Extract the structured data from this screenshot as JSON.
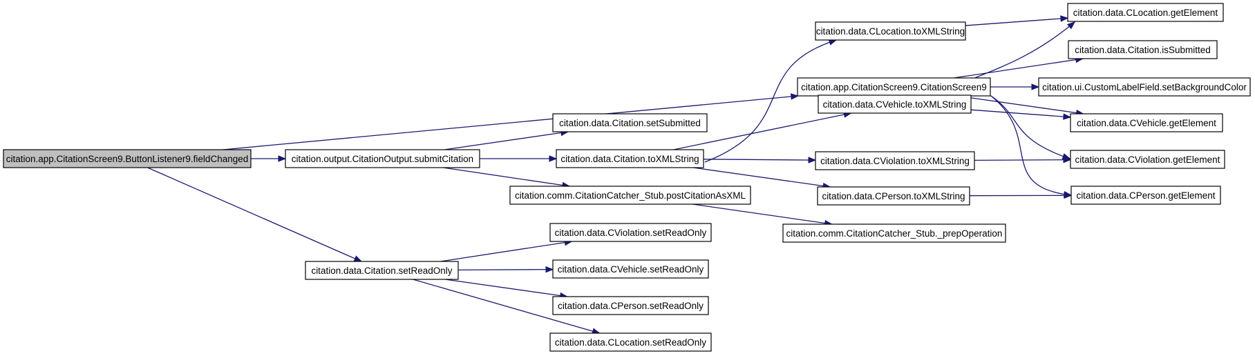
{
  "graph": {
    "colors": {
      "edge": "#191970",
      "root_fill": "#bfbfbf",
      "node_fill": "#ffffff"
    },
    "nodes": [
      {
        "id": "n0",
        "label": "citation.app.CitationScreen9.ButtonListener9.fieldChanged",
        "root": true
      },
      {
        "id": "n1",
        "label": "citation.output.CitationOutput.submitCitation"
      },
      {
        "id": "n2",
        "label": "citation.data.Citation.setReadOnly"
      },
      {
        "id": "n3",
        "label": "citation.app.CitationScreen9.CitationScreen9"
      },
      {
        "id": "n4",
        "label": "citation.data.Citation.setSubmitted"
      },
      {
        "id": "n5",
        "label": "citation.data.Citation.toXMLString"
      },
      {
        "id": "n6",
        "label": "citation.comm.CitationCatcher_Stub.postCitationAsXML"
      },
      {
        "id": "n7",
        "label": "citation.data.CViolation.setReadOnly"
      },
      {
        "id": "n8",
        "label": "citation.data.CVehicle.setReadOnly"
      },
      {
        "id": "n9",
        "label": "citation.data.CPerson.setReadOnly"
      },
      {
        "id": "n10",
        "label": "citation.data.CLocation.setReadOnly"
      },
      {
        "id": "n11",
        "label": "citation.data.CLocation.toXMLString"
      },
      {
        "id": "n12",
        "label": "citation.data.CVehicle.toXMLString"
      },
      {
        "id": "n13",
        "label": "citation.data.CViolation.toXMLString"
      },
      {
        "id": "n14",
        "label": "citation.data.CPerson.toXMLString"
      },
      {
        "id": "n15",
        "label": "citation.comm.CitationCatcher_Stub._prepOperation"
      },
      {
        "id": "n16",
        "label": "citation.data.CLocation.getElement"
      },
      {
        "id": "n17",
        "label": "citation.data.Citation.isSubmitted"
      },
      {
        "id": "n18",
        "label": "citation.ui.CustomLabelField.setBackgroundColor"
      },
      {
        "id": "n19",
        "label": "citation.data.CVehicle.getElement"
      },
      {
        "id": "n20",
        "label": "citation.data.CViolation.getElement"
      },
      {
        "id": "n21",
        "label": "citation.data.CPerson.getElement"
      }
    ],
    "edges": [
      {
        "from": "n0",
        "to": "n1"
      },
      {
        "from": "n0",
        "to": "n2"
      },
      {
        "from": "n0",
        "to": "n3"
      },
      {
        "from": "n1",
        "to": "n4"
      },
      {
        "from": "n1",
        "to": "n5"
      },
      {
        "from": "n1",
        "to": "n6"
      },
      {
        "from": "n2",
        "to": "n7"
      },
      {
        "from": "n2",
        "to": "n8"
      },
      {
        "from": "n2",
        "to": "n9"
      },
      {
        "from": "n2",
        "to": "n10"
      },
      {
        "from": "n3",
        "to": "n16"
      },
      {
        "from": "n3",
        "to": "n17"
      },
      {
        "from": "n3",
        "to": "n18"
      },
      {
        "from": "n3",
        "to": "n19"
      },
      {
        "from": "n3",
        "to": "n20"
      },
      {
        "from": "n3",
        "to": "n21"
      },
      {
        "from": "n5",
        "to": "n11"
      },
      {
        "from": "n5",
        "to": "n12"
      },
      {
        "from": "n5",
        "to": "n13"
      },
      {
        "from": "n5",
        "to": "n14"
      },
      {
        "from": "n6",
        "to": "n15"
      },
      {
        "from": "n11",
        "to": "n16"
      },
      {
        "from": "n12",
        "to": "n19"
      },
      {
        "from": "n13",
        "to": "n20"
      },
      {
        "from": "n14",
        "to": "n21"
      }
    ]
  }
}
